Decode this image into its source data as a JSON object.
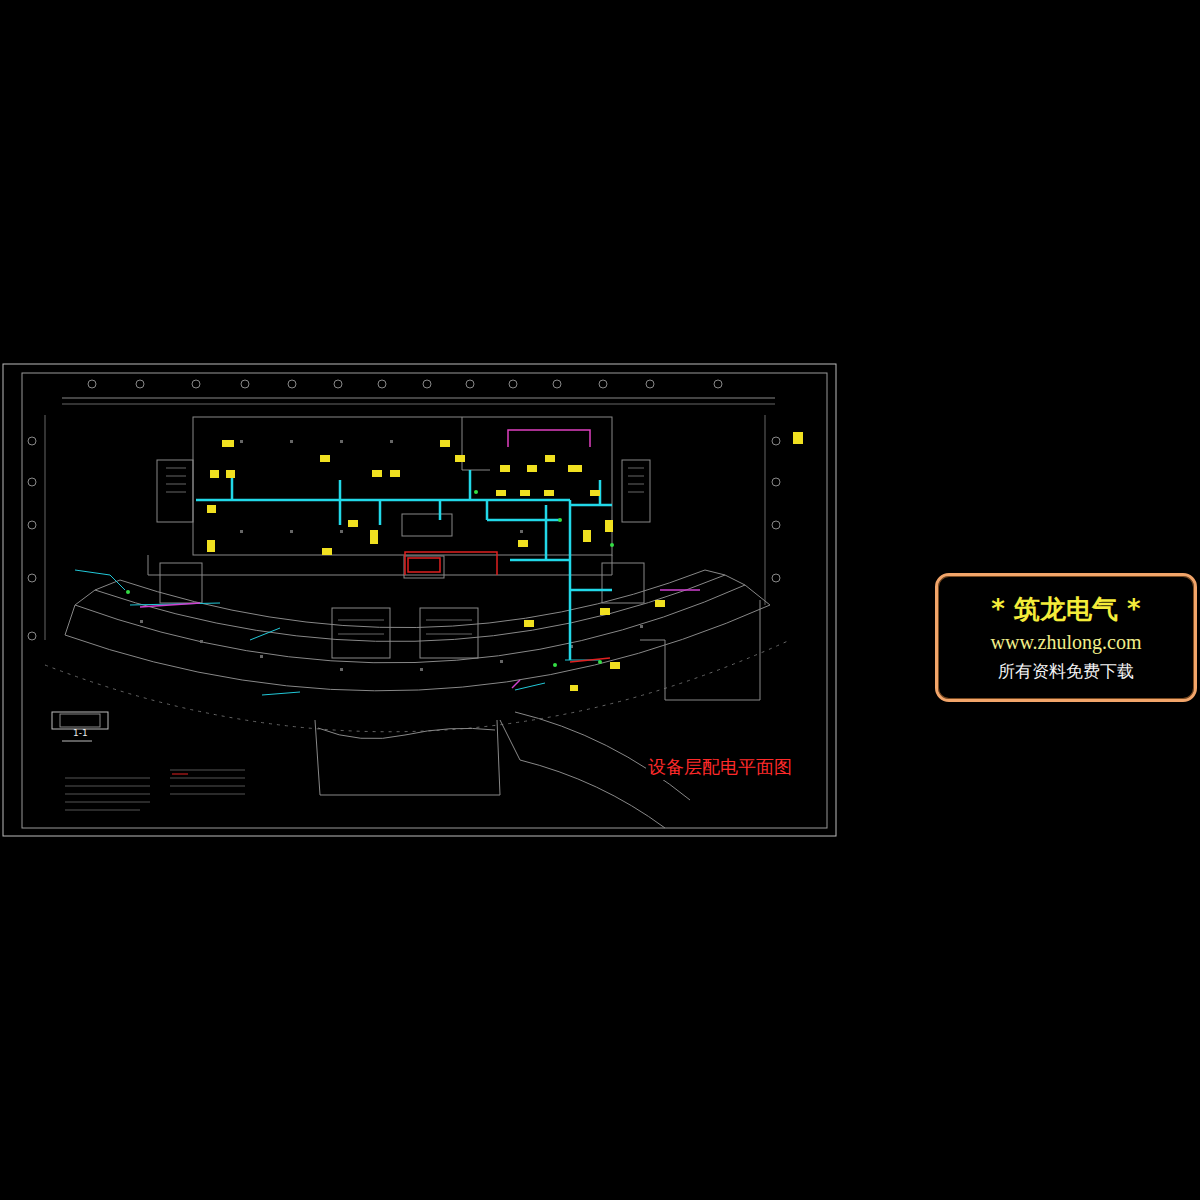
{
  "diagram": {
    "title": "设备层配电平面图",
    "nodes": [
      {
        "text": [
          "* 筑龙电气 *",
          "www.zhulong.com",
          "所有资料免费下载"
        ]
      }
    ],
    "labels": [
      "1-1"
    ]
  }
}
